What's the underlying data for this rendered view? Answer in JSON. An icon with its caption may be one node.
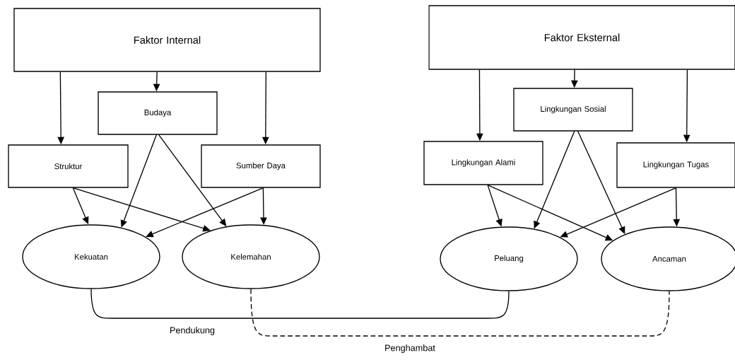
{
  "diagram": {
    "nodes": [
      {
        "text": [
          "Faktor Internal"
        ]
      },
      {
        "text": [
          "Budaya"
        ]
      },
      {
        "text": [
          "Struktur"
        ]
      },
      {
        "text": [
          "Sumber Daya"
        ]
      },
      {
        "text": [
          "Kekuatan"
        ]
      },
      {
        "text": [
          "Kelemahan"
        ]
      },
      {
        "text": [
          "Faktor Eksternal"
        ]
      },
      {
        "text": [
          "Lingkungan Sosial"
        ]
      },
      {
        "text": [
          "Lingkungan Alami"
        ]
      },
      {
        "text": [
          "Lingkungan Tugas"
        ]
      },
      {
        "text": [
          "Peluang"
        ]
      },
      {
        "text": [
          "Ancaman"
        ]
      }
    ],
    "edges": [
      {
        "from": 0,
        "to": 2,
        "arrow": "to"
      },
      {
        "from": 0,
        "to": 1,
        "arrow": "to"
      },
      {
        "from": 0,
        "to": 3,
        "arrow": "to"
      },
      {
        "from": 2,
        "to": 4,
        "arrow": "to"
      },
      {
        "from": 2,
        "to": 5,
        "arrow": "to"
      },
      {
        "from": 1,
        "to": 4,
        "arrow": "to"
      },
      {
        "from": 1,
        "to": 5,
        "arrow": "to"
      },
      {
        "from": 3,
        "to": 4,
        "arrow": "to"
      },
      {
        "from": 3,
        "to": 5,
        "arrow": "to"
      },
      {
        "from": 6,
        "to": 8,
        "arrow": "to"
      },
      {
        "from": 6,
        "to": 7,
        "arrow": "to"
      },
      {
        "from": 6,
        "to": 9,
        "arrow": "to"
      },
      {
        "from": 8,
        "to": 10,
        "arrow": "to"
      },
      {
        "from": 8,
        "to": 11,
        "arrow": "to"
      },
      {
        "from": 7,
        "to": 10,
        "arrow": "to"
      },
      {
        "from": 7,
        "to": 11,
        "arrow": "to"
      },
      {
        "from": 9,
        "to": 10,
        "arrow": "to"
      },
      {
        "from": 9,
        "to": 11,
        "arrow": "to"
      },
      {
        "from": 4,
        "to": 10,
        "arrow": "none",
        "label": "Pendukung"
      },
      {
        "from": 5,
        "to": 11,
        "arrow": "none",
        "label": "Penghambat",
        "style": "dashed"
      }
    ]
  }
}
